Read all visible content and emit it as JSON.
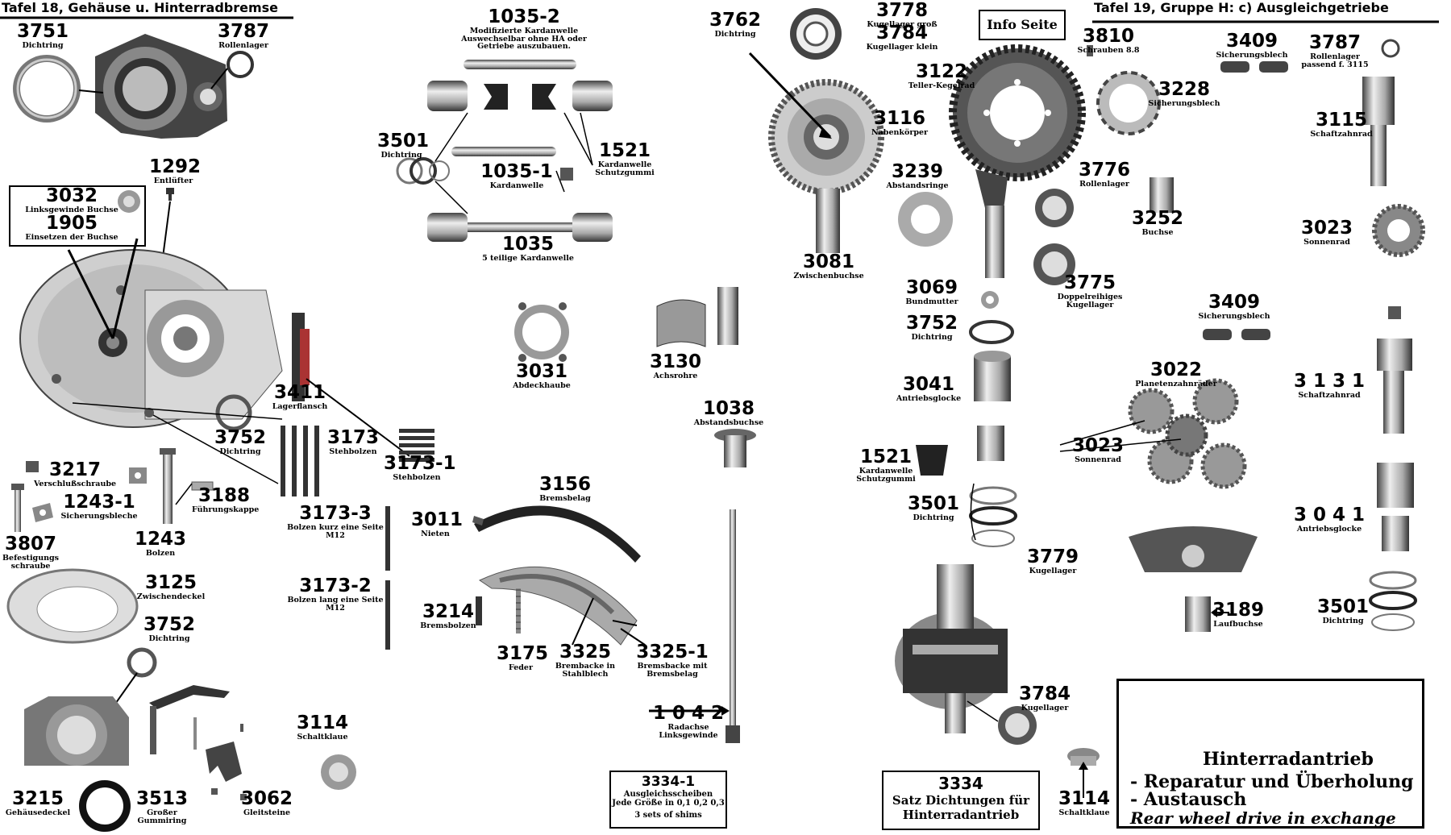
{
  "headers": {
    "left": "Tafel 18,  Gehäuse u. Hinterradbremse",
    "right": "Tafel 19, Gruppe H: c)  Ausgleichgetriebe",
    "info": "Info Seite"
  },
  "labels": [
    {
      "id": "p3751",
      "num": "3751",
      "cap": "Dichtring"
    },
    {
      "id": "p3787a",
      "num": "3787",
      "cap": "Rollenlager"
    },
    {
      "id": "p1292",
      "num": "1292",
      "cap": "Entlüfter"
    },
    {
      "id": "p3032",
      "num": "3032",
      "cap": "Linksgewinde Buchse"
    },
    {
      "id": "p1905",
      "num": "1905",
      "cap": "Einsetzen der Buchse"
    },
    {
      "id": "p3411",
      "num": "3411",
      "cap": "Lagerflansch"
    },
    {
      "id": "p3752a",
      "num": "3752",
      "cap": "Dichtring"
    },
    {
      "id": "p3173",
      "num": "3173",
      "cap": "Stehbolzen"
    },
    {
      "id": "p3173_1",
      "num": "3173-1",
      "cap": "Stehbolzen"
    },
    {
      "id": "p3217",
      "num": "3217",
      "cap": "Verschlußschraube"
    },
    {
      "id": "p3188",
      "num": "3188",
      "cap": "Führungskappe"
    },
    {
      "id": "p1243_1",
      "num": "1243-1",
      "cap": "Sicherungsbleche"
    },
    {
      "id": "p3807",
      "num": "3807",
      "cap": "Befestigungs schraube"
    },
    {
      "id": "p1243",
      "num": "1243",
      "cap": "Bolzen"
    },
    {
      "id": "p3173_3",
      "num": "3173-3",
      "cap": "Bolzen kurz eine Seite M12"
    },
    {
      "id": "p3173_2",
      "num": "3173-2",
      "cap": "Bolzen lang eine Seite M12"
    },
    {
      "id": "p3125",
      "num": "3125",
      "cap": "Zwischendeckel"
    },
    {
      "id": "p3752b",
      "num": "3752",
      "cap": "Dichtring"
    },
    {
      "id": "p3114a",
      "num": "3114",
      "cap": "Schaltklaue"
    },
    {
      "id": "p3215",
      "num": "3215",
      "cap": "Gehäusedeckel"
    },
    {
      "id": "p3513",
      "num": "3513",
      "cap": "Großer Gummiring"
    },
    {
      "id": "p3062",
      "num": "3062",
      "cap": "Gleitsteine"
    },
    {
      "id": "p1035_2",
      "num": "1035-2",
      "cap": "Modifizierte Kardanwelle Auswechselbar ohne HA oder Getriebe auszubauen."
    },
    {
      "id": "p3501a",
      "num": "3501",
      "cap": "Dichtring"
    },
    {
      "id": "p1521a",
      "num": "1521",
      "cap": "Kardanwelle Schutzgummi"
    },
    {
      "id": "p1035_1",
      "num": "1035-1",
      "cap": "Kardanwelle"
    },
    {
      "id": "p1035",
      "num": "1035",
      "cap": "5 teilige Kardanwelle"
    },
    {
      "id": "p3031",
      "num": "3031",
      "cap": "Abdeckhaube"
    },
    {
      "id": "p3130",
      "num": "3130",
      "cap": "Achsrohre"
    },
    {
      "id": "p1038",
      "num": "1038",
      "cap": "Abstandsbuchse"
    },
    {
      "id": "p3156",
      "num": "3156",
      "cap": "Bremsbelag"
    },
    {
      "id": "p3011",
      "num": "3011",
      "cap": "Nieten"
    },
    {
      "id": "p3214",
      "num": "3214",
      "cap": "Bremsbolzen"
    },
    {
      "id": "p3175",
      "num": "3175",
      "cap": "Feder"
    },
    {
      "id": "p3325",
      "num": "3325",
      "cap": "Brembacke in Stahlblech"
    },
    {
      "id": "p3325_1",
      "num": "3325-1",
      "cap": "Bremsbacke mit Bremsbelag"
    },
    {
      "id": "p1042",
      "num": "1 0 4 2",
      "cap": "Radachse Linksgewinde"
    },
    {
      "id": "p3762",
      "num": "3762",
      "cap": "Dichtring"
    },
    {
      "id": "p3778",
      "num": "3778",
      "cap": "Kugellager groß"
    },
    {
      "id": "p3784a",
      "num": "3784",
      "cap": "Kugellager klein"
    },
    {
      "id": "p3122",
      "num": "3122",
      "cap": "Teller-Kegelrad"
    },
    {
      "id": "p3116",
      "num": "3116",
      "cap": "Nabenkörper"
    },
    {
      "id": "p3239",
      "num": "3239",
      "cap": "Abstandsringe"
    },
    {
      "id": "p3776",
      "num": "3776",
      "cap": "Rollenlager"
    },
    {
      "id": "p3081",
      "num": "3081",
      "cap": "Zwischenbuchse"
    },
    {
      "id": "p3069",
      "num": "3069",
      "cap": "Bundmutter"
    },
    {
      "id": "p3775",
      "num": "3775",
      "cap": "Doppelreihiges Kugellager"
    },
    {
      "id": "p3752c",
      "num": "3752",
      "cap": "Dichtring"
    },
    {
      "id": "p3041a",
      "num": "3041",
      "cap": "Antriebsglocke"
    },
    {
      "id": "p1521b",
      "num": "1521",
      "cap": "Kardanwelle Schutzgummi"
    },
    {
      "id": "p3501b",
      "num": "3501",
      "cap": "Dichtring"
    },
    {
      "id": "p3779",
      "num": "3779",
      "cap": "Kugellager"
    },
    {
      "id": "p3784b",
      "num": "3784",
      "cap": "Kugellager"
    },
    {
      "id": "p3114b",
      "num": "3114",
      "cap": "Schaltklaue"
    },
    {
      "id": "p3810",
      "num": "3810",
      "cap": "Schrauben 8.8"
    },
    {
      "id": "p3409a",
      "num": "3409",
      "cap": "Sicherungsblech"
    },
    {
      "id": "p3787b",
      "num": "3787",
      "cap": "Rollenlager passend f. 3115"
    },
    {
      "id": "p3228",
      "num": "3228",
      "cap": "Sicherungsblech"
    },
    {
      "id": "p3115",
      "num": "3115",
      "cap": "Schaftzahnrad"
    },
    {
      "id": "p3252",
      "num": "3252",
      "cap": "Buchse"
    },
    {
      "id": "p3023a",
      "num": "3023",
      "cap": "Sonnenrad"
    },
    {
      "id": "p3409b",
      "num": "3409",
      "cap": "Sicherungsblech"
    },
    {
      "id": "p3022",
      "num": "3022",
      "cap": "Planetenzahnräder"
    },
    {
      "id": "p3023b",
      "num": "3023",
      "cap": "Sonnenrad"
    },
    {
      "id": "p3131",
      "num": "3 1 3 1",
      "cap": "Schaftzahnrad"
    },
    {
      "id": "p3041b",
      "num": "3 0 4 1",
      "cap": "Antriebsglocke"
    },
    {
      "id": "p3189",
      "num": "3189",
      "cap": "Laufbuchse"
    },
    {
      "id": "p3501c",
      "num": "3501",
      "cap": "Dichtring"
    }
  ],
  "shims_box": {
    "num": "3334-1",
    "line1": "Ausgleichsscheiben",
    "line2": "Jede Größe  in 0,1  0,2  0,3",
    "line3": "3 sets of shims"
  },
  "seal_box": {
    "num": "3334",
    "line1": "Satz Dichtungen für",
    "line2": "Hinterradantrieb"
  },
  "promo": {
    "line1": "Hinterradantrieb",
    "line2": "- Reparatur und Überholung",
    "line3": "- Austausch",
    "line4": "Rear wheel drive in exchange"
  }
}
